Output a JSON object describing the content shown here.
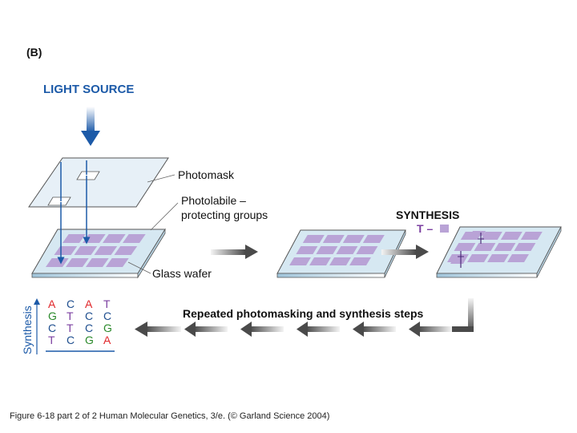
{
  "panel_label": "(B)",
  "light_source": "LIGHT SOURCE",
  "labels": {
    "photomask": "Photomask",
    "photolabile_line1": "Photolabile –",
    "photolabile_line2": "protecting groups",
    "glass_wafer": "Glass wafer",
    "synthesis": "SYNTHESIS",
    "t_symbol": "T –",
    "repeated_steps": "Repeated photomasking and synthesis steps",
    "synthesis_axis": "Synthesis"
  },
  "sequence_columns": [
    [
      "A",
      "G",
      "C",
      "T"
    ],
    [
      "C",
      "T",
      "T",
      "C"
    ],
    [
      "A",
      "C",
      "C",
      "G"
    ],
    [
      "T",
      "C",
      "G",
      "A"
    ]
  ],
  "base_colors": {
    "A": "#e0262a",
    "C": "#1f4f8f",
    "G": "#2c8a2c",
    "T": "#7b3fa0"
  },
  "colors": {
    "accent_blue": "#1c5aa8",
    "cell_purple": "#b9a3d6",
    "wafer": "#d6e8f2"
  },
  "caption": "Figure 6-18 part 2 of 2  Human Molecular Genetics, 3/e.  (© Garland Science 2004)"
}
